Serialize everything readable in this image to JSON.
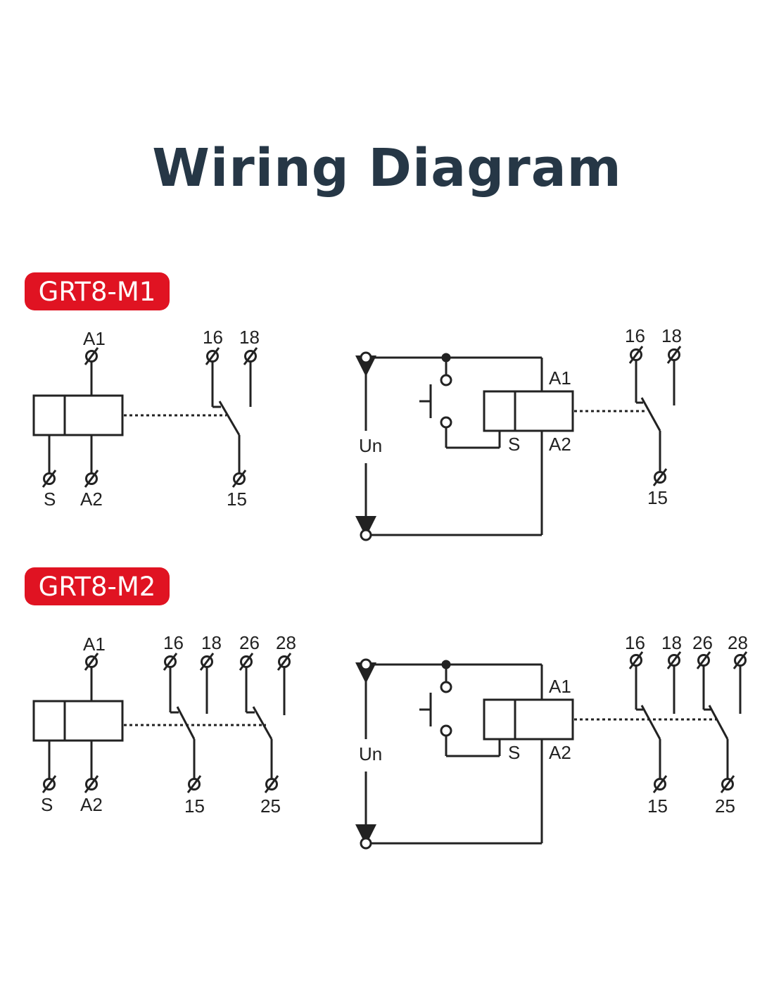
{
  "title": "Wiring Diagram",
  "colors": {
    "accent": "#e01322",
    "title": "#263746",
    "line": "#222222"
  },
  "sections": [
    {
      "model": "GRT8-M1",
      "left_labels": {
        "a1": "A1",
        "s": "S",
        "a2": "A2",
        "c16": "16",
        "c18": "18",
        "c15": "15"
      },
      "right_labels": {
        "a1": "A1",
        "a2": "A2",
        "s": "S",
        "un": "Un",
        "c16": "16",
        "c18": "18",
        "c15": "15"
      }
    },
    {
      "model": "GRT8-M2",
      "left_labels": {
        "a1": "A1",
        "s": "S",
        "a2": "A2",
        "c16": "16",
        "c18": "18",
        "c26": "26",
        "c28": "28",
        "c15": "15",
        "c25": "25"
      },
      "right_labels": {
        "a1": "A1",
        "a2": "A2",
        "s": "S",
        "un": "Un",
        "c16": "16",
        "c18": "18",
        "c26": "26",
        "c28": "28",
        "c15": "15",
        "c25": "25"
      }
    }
  ]
}
